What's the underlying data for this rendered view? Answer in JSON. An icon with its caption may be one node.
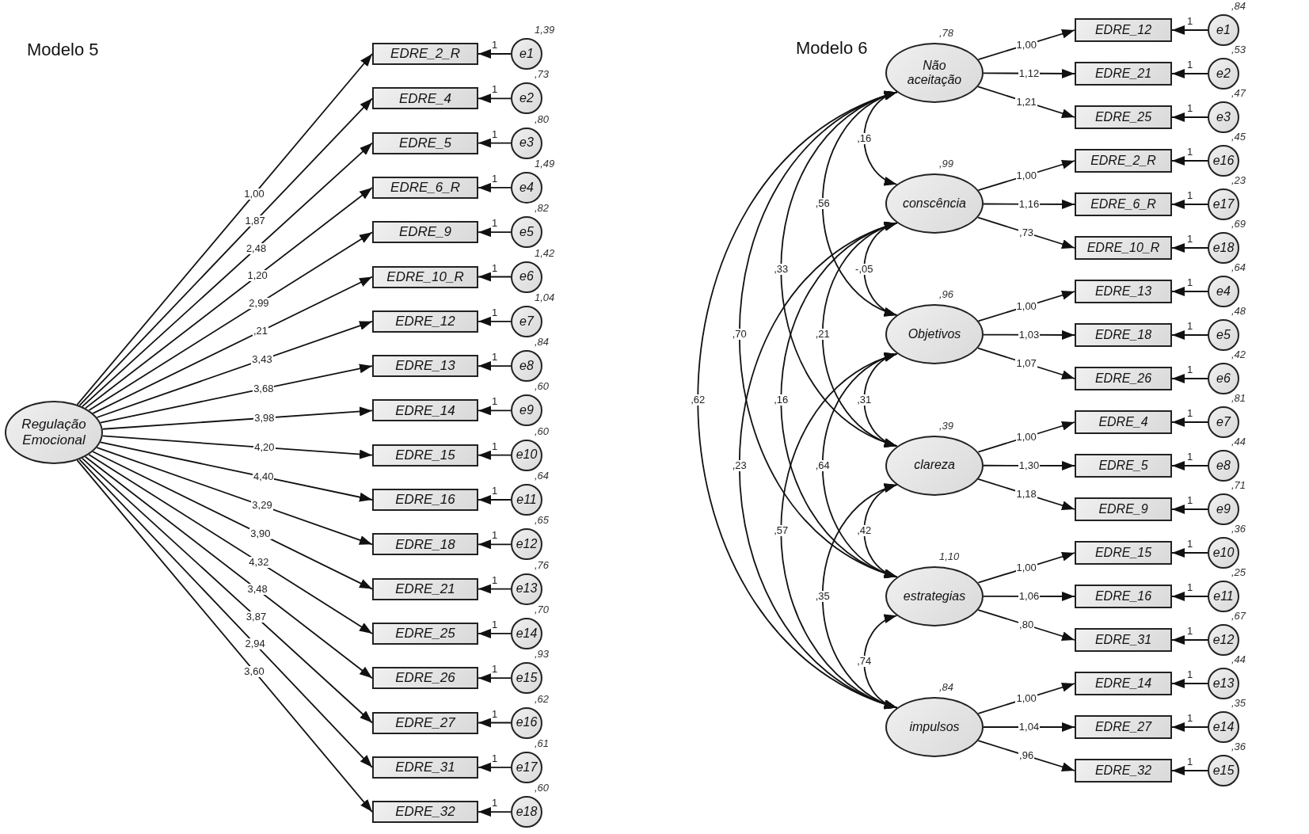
{
  "diagram": {
    "nodes": [
      {
        "text": [
          "Regulação Emocional"
        ]
      },
      {
        "text": [
          "EDRE_2_R"
        ]
      },
      {
        "text": [
          "EDRE_4"
        ]
      },
      {
        "text": [
          "EDRE_5"
        ]
      },
      {
        "text": [
          "EDRE_6_R"
        ]
      },
      {
        "text": [
          "EDRE_9"
        ]
      },
      {
        "text": [
          "EDRE_10_R"
        ]
      },
      {
        "text": [
          "EDRE_12"
        ]
      },
      {
        "text": [
          "EDRE_13"
        ]
      },
      {
        "text": [
          "EDRE_14"
        ]
      },
      {
        "text": [
          "EDRE_15"
        ]
      },
      {
        "text": [
          "EDRE_16"
        ]
      },
      {
        "text": [
          "EDRE_18"
        ]
      },
      {
        "text": [
          "EDRE_21"
        ]
      },
      {
        "text": [
          "EDRE_25"
        ]
      },
      {
        "text": [
          "EDRE_26"
        ]
      },
      {
        "text": [
          "EDRE_27"
        ]
      },
      {
        "text": [
          "EDRE_31"
        ]
      },
      {
        "text": [
          "EDRE_32"
        ]
      },
      {
        "text": [
          "e1"
        ],
        "beside": [
          "1,39"
        ]
      },
      {
        "text": [
          "e2"
        ],
        "beside": [
          ",73"
        ]
      },
      {
        "text": [
          "e3"
        ],
        "beside": [
          ",80"
        ]
      },
      {
        "text": [
          "e4"
        ],
        "beside": [
          "1,49"
        ]
      },
      {
        "text": [
          "e5"
        ],
        "beside": [
          ",82"
        ]
      },
      {
        "text": [
          "e6"
        ],
        "beside": [
          "1,42"
        ]
      },
      {
        "text": [
          "e7"
        ],
        "beside": [
          "1,04"
        ]
      },
      {
        "text": [
          "e8"
        ],
        "beside": [
          ",84"
        ]
      },
      {
        "text": [
          "e9"
        ],
        "beside": [
          ",60"
        ]
      },
      {
        "text": [
          "e10"
        ],
        "beside": [
          ",60"
        ]
      },
      {
        "text": [
          "e11"
        ],
        "beside": [
          ",64"
        ]
      },
      {
        "text": [
          "e12"
        ],
        "beside": [
          ",65"
        ]
      },
      {
        "text": [
          "e13"
        ],
        "beside": [
          ",76"
        ]
      },
      {
        "text": [
          "e14"
        ],
        "beside": [
          ",70"
        ]
      },
      {
        "text": [
          "e15"
        ],
        "beside": [
          ",93"
        ]
      },
      {
        "text": [
          "e16"
        ],
        "beside": [
          ",62"
        ]
      },
      {
        "text": [
          "e17"
        ],
        "beside": [
          ",61"
        ]
      },
      {
        "text": [
          "e18"
        ],
        "beside": [
          ",60"
        ]
      },
      {
        "text": [
          "Não aceitação"
        ],
        "beside": [
          ",78"
        ]
      },
      {
        "text": [
          "conscência"
        ],
        "beside": [
          ",99"
        ]
      },
      {
        "text": [
          "Objetivos"
        ],
        "beside": [
          ",96"
        ]
      },
      {
        "text": [
          "clareza"
        ],
        "beside": [
          ",39"
        ]
      },
      {
        "text": [
          "estrategias"
        ],
        "beside": [
          "1,10"
        ]
      },
      {
        "text": [
          "impulsos"
        ],
        "beside": [
          ",84"
        ]
      },
      {
        "text": [
          "EDRE_12"
        ]
      },
      {
        "text": [
          "EDRE_21"
        ]
      },
      {
        "text": [
          "EDRE_25"
        ]
      },
      {
        "text": [
          "EDRE_2_R"
        ]
      },
      {
        "text": [
          "EDRE_6_R"
        ]
      },
      {
        "text": [
          "EDRE_10_R"
        ]
      },
      {
        "text": [
          "EDRE_13"
        ]
      },
      {
        "text": [
          "EDRE_18"
        ]
      },
      {
        "text": [
          "EDRE_26"
        ]
      },
      {
        "text": [
          "EDRE_4"
        ]
      },
      {
        "text": [
          "EDRE_5"
        ]
      },
      {
        "text": [
          "EDRE_9"
        ]
      },
      {
        "text": [
          "EDRE_15"
        ]
      },
      {
        "text": [
          "EDRE_16"
        ]
      },
      {
        "text": [
          "EDRE_31"
        ]
      },
      {
        "text": [
          "EDRE_14"
        ]
      },
      {
        "text": [
          "EDRE_27"
        ]
      },
      {
        "text": [
          "EDRE_32"
        ]
      },
      {
        "text": [
          "e1"
        ],
        "beside": [
          ",84"
        ]
      },
      {
        "text": [
          "e2"
        ],
        "beside": [
          ",53"
        ]
      },
      {
        "text": [
          "e3"
        ],
        "beside": [
          ",47"
        ]
      },
      {
        "text": [
          "e16"
        ],
        "beside": [
          ",45"
        ]
      },
      {
        "text": [
          "e17"
        ],
        "beside": [
          ",23"
        ]
      },
      {
        "text": [
          "e18"
        ],
        "beside": [
          ",69"
        ]
      },
      {
        "text": [
          "e4"
        ],
        "beside": [
          ",64"
        ]
      },
      {
        "text": [
          "e5"
        ],
        "beside": [
          ",48"
        ]
      },
      {
        "text": [
          "e6"
        ],
        "beside": [
          ",42"
        ]
      },
      {
        "text": [
          "e7"
        ],
        "beside": [
          ",81"
        ]
      },
      {
        "text": [
          "e8"
        ],
        "beside": [
          ",44"
        ]
      },
      {
        "text": [
          "e9"
        ],
        "beside": [
          ",71"
        ]
      },
      {
        "text": [
          "e10"
        ],
        "beside": [
          ",36"
        ]
      },
      {
        "text": [
          "e11"
        ],
        "beside": [
          ",25"
        ]
      },
      {
        "text": [
          "e12"
        ],
        "beside": [
          ",67"
        ]
      },
      {
        "text": [
          "e13"
        ],
        "beside": [
          ",44"
        ]
      },
      {
        "text": [
          "e14"
        ],
        "beside": [
          ",35"
        ]
      },
      {
        "text": [
          "e15"
        ],
        "beside": [
          ",36"
        ]
      }
    ],
    "edges": [
      {
        "from": 0,
        "to": 1,
        "arrow": "to",
        "label": "1,00"
      },
      {
        "from": 0,
        "to": 2,
        "arrow": "to",
        "label": "1,87"
      },
      {
        "from": 0,
        "to": 3,
        "arrow": "to",
        "label": "2,48"
      },
      {
        "from": 0,
        "to": 4,
        "arrow": "to",
        "label": "1,20"
      },
      {
        "from": 0,
        "to": 5,
        "arrow": "to",
        "label": "2,99"
      },
      {
        "from": 0,
        "to": 6,
        "arrow": "to",
        "label": ",21"
      },
      {
        "from": 0,
        "to": 7,
        "arrow": "to",
        "label": "3,43"
      },
      {
        "from": 0,
        "to": 8,
        "arrow": "to",
        "label": "3,68"
      },
      {
        "from": 0,
        "to": 9,
        "arrow": "to",
        "label": "3,98"
      },
      {
        "from": 0,
        "to": 10,
        "arrow": "to",
        "label": "4,20"
      },
      {
        "from": 0,
        "to": 11,
        "arrow": "to",
        "label": "4,40"
      },
      {
        "from": 0,
        "to": 12,
        "arrow": "to",
        "label": "3,29"
      },
      {
        "from": 0,
        "to": 13,
        "arrow": "to",
        "label": "3,90"
      },
      {
        "from": 0,
        "to": 14,
        "arrow": "to",
        "label": "4,32"
      },
      {
        "from": 0,
        "to": 15,
        "arrow": "to",
        "label": "3,48"
      },
      {
        "from": 0,
        "to": 16,
        "arrow": "to",
        "label": "3,87"
      },
      {
        "from": 0,
        "to": 17,
        "arrow": "to",
        "label": "2,94"
      },
      {
        "from": 0,
        "to": 18,
        "arrow": "to",
        "label": "3,60"
      },
      {
        "from": 19,
        "to": 1,
        "arrow": "to",
        "label": "1"
      },
      {
        "from": 20,
        "to": 2,
        "arrow": "to",
        "label": "1"
      },
      {
        "from": 21,
        "to": 3,
        "arrow": "to",
        "label": "1"
      },
      {
        "from": 22,
        "to": 4,
        "arrow": "to",
        "label": "1"
      },
      {
        "from": 23,
        "to": 5,
        "arrow": "to",
        "label": "1"
      },
      {
        "from": 24,
        "to": 6,
        "arrow": "to",
        "label": "1"
      },
      {
        "from": 25,
        "to": 7,
        "arrow": "to",
        "label": "1"
      },
      {
        "from": 26,
        "to": 8,
        "arrow": "to",
        "label": "1"
      },
      {
        "from": 27,
        "to": 9,
        "arrow": "to",
        "label": "1"
      },
      {
        "from": 28,
        "to": 10,
        "arrow": "to",
        "label": "1"
      },
      {
        "from": 29,
        "to": 11,
        "arrow": "to",
        "label": "1"
      },
      {
        "from": 30,
        "to": 12,
        "arrow": "to",
        "label": "1"
      },
      {
        "from": 31,
        "to": 13,
        "arrow": "to",
        "label": "1"
      },
      {
        "from": 32,
        "to": 14,
        "arrow": "to",
        "label": "1"
      },
      {
        "from": 33,
        "to": 15,
        "arrow": "to",
        "label": "1"
      },
      {
        "from": 34,
        "to": 16,
        "arrow": "to",
        "label": "1"
      },
      {
        "from": 35,
        "to": 17,
        "arrow": "to",
        "label": "1"
      },
      {
        "from": 36,
        "to": 18,
        "arrow": "to",
        "label": "1"
      },
      {
        "from": 37,
        "to": 43,
        "arrow": "to",
        "label": "1,00"
      },
      {
        "from": 37,
        "to": 44,
        "arrow": "to",
        "label": "1,12"
      },
      {
        "from": 37,
        "to": 45,
        "arrow": "to",
        "label": "1,21"
      },
      {
        "from": 38,
        "to": 46,
        "arrow": "to",
        "label": "1,00"
      },
      {
        "from": 38,
        "to": 47,
        "arrow": "to",
        "label": "1,16"
      },
      {
        "from": 38,
        "to": 48,
        "arrow": "to",
        "label": ",73"
      },
      {
        "from": 39,
        "to": 49,
        "arrow": "to",
        "label": "1,00"
      },
      {
        "from": 39,
        "to": 50,
        "arrow": "to",
        "label": "1,03"
      },
      {
        "from": 39,
        "to": 51,
        "arrow": "to",
        "label": "1,07"
      },
      {
        "from": 40,
        "to": 52,
        "arrow": "to",
        "label": "1,00"
      },
      {
        "from": 40,
        "to": 53,
        "arrow": "to",
        "label": "1,30"
      },
      {
        "from": 40,
        "to": 54,
        "arrow": "to",
        "label": "1,18"
      },
      {
        "from": 41,
        "to": 55,
        "arrow": "to",
        "label": "1,00"
      },
      {
        "from": 41,
        "to": 56,
        "arrow": "to",
        "label": "1,06"
      },
      {
        "from": 41,
        "to": 57,
        "arrow": "to",
        "label": ",80"
      },
      {
        "from": 42,
        "to": 58,
        "arrow": "to",
        "label": "1,00"
      },
      {
        "from": 42,
        "to": 59,
        "arrow": "to",
        "label": "1,04"
      },
      {
        "from": 42,
        "to": 60,
        "arrow": "to",
        "label": ",96"
      },
      {
        "from": 61,
        "to": 43,
        "arrow": "to",
        "label": "1"
      },
      {
        "from": 62,
        "to": 44,
        "arrow": "to",
        "label": "1"
      },
      {
        "from": 63,
        "to": 45,
        "arrow": "to",
        "label": "1"
      },
      {
        "from": 64,
        "to": 46,
        "arrow": "to",
        "label": "1"
      },
      {
        "from": 65,
        "to": 47,
        "arrow": "to",
        "label": "1"
      },
      {
        "from": 66,
        "to": 48,
        "arrow": "to",
        "label": "1"
      },
      {
        "from": 67,
        "to": 49,
        "arrow": "to",
        "label": "1"
      },
      {
        "from": 68,
        "to": 50,
        "arrow": "to",
        "label": "1"
      },
      {
        "from": 69,
        "to": 51,
        "arrow": "to",
        "label": "1"
      },
      {
        "from": 70,
        "to": 52,
        "arrow": "to",
        "label": "1"
      },
      {
        "from": 71,
        "to": 53,
        "arrow": "to",
        "label": "1"
      },
      {
        "from": 72,
        "to": 54,
        "arrow": "to",
        "label": "1"
      },
      {
        "from": 73,
        "to": 55,
        "arrow": "to",
        "label": "1"
      },
      {
        "from": 74,
        "to": 56,
        "arrow": "to",
        "label": "1"
      },
      {
        "from": 75,
        "to": 57,
        "arrow": "to",
        "label": "1"
      },
      {
        "from": 76,
        "to": 58,
        "arrow": "to",
        "label": "1"
      },
      {
        "from": 77,
        "to": 59,
        "arrow": "to",
        "label": "1"
      },
      {
        "from": 78,
        "to": 60,
        "arrow": "to",
        "label": "1"
      },
      {
        "from": 37,
        "to": 38,
        "arrow": "both",
        "label": ",16"
      },
      {
        "from": 37,
        "to": 39,
        "arrow": "both",
        "label": ",56"
      },
      {
        "from": 37,
        "to": 40,
        "arrow": "both",
        "label": ",33"
      },
      {
        "from": 37,
        "to": 41,
        "arrow": "both",
        "label": ",70"
      },
      {
        "from": 37,
        "to": 42,
        "arrow": "both",
        "label": ",62"
      },
      {
        "from": 38,
        "to": 39,
        "arrow": "both",
        "label": "-,05"
      },
      {
        "from": 38,
        "to": 40,
        "arrow": "both",
        "label": ",21"
      },
      {
        "from": 38,
        "to": 41,
        "arrow": "both",
        "label": ",16"
      },
      {
        "from": 38,
        "to": 42,
        "arrow": "both",
        "label": ",23"
      },
      {
        "from": 39,
        "to": 40,
        "arrow": "both",
        "label": ",31"
      },
      {
        "from": 39,
        "to": 41,
        "arrow": "both",
        "label": ",64"
      },
      {
        "from": 39,
        "to": 42,
        "arrow": "both",
        "label": ",57"
      },
      {
        "from": 40,
        "to": 41,
        "arrow": "both",
        "label": ",42"
      },
      {
        "from": 40,
        "to": 42,
        "arrow": "both",
        "label": ",35"
      },
      {
        "from": 41,
        "to": 42,
        "arrow": "both",
        "label": ",74"
      }
    ],
    "labels": [
      "Modelo 5",
      "Modelo 6"
    ]
  }
}
